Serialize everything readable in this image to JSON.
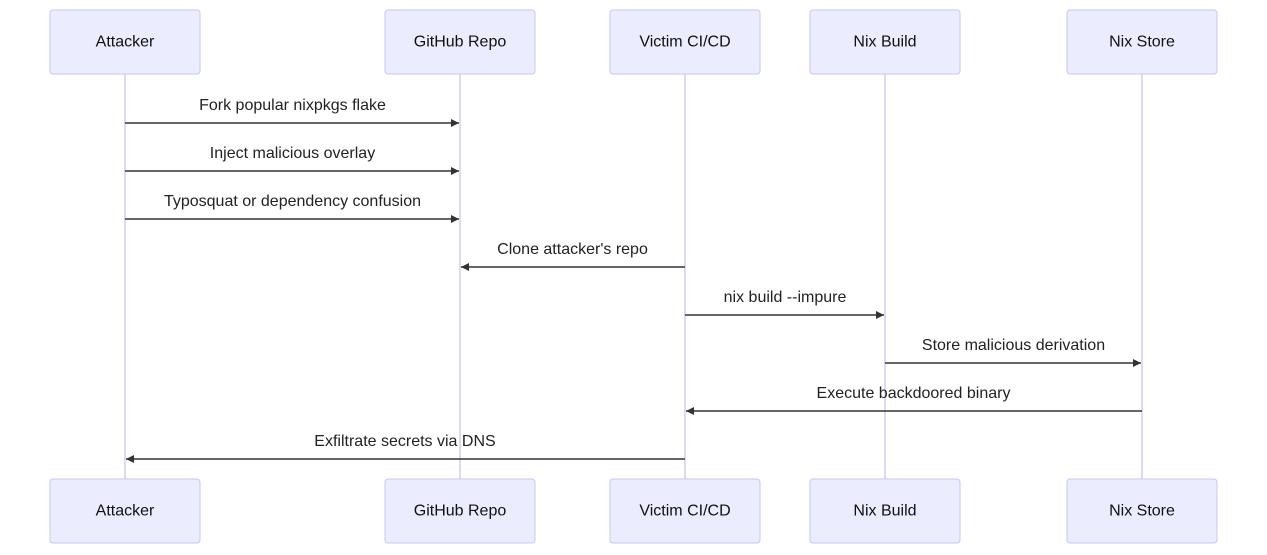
{
  "participants": [
    {
      "id": "attacker",
      "label": "Attacker"
    },
    {
      "id": "github",
      "label": "GitHub Repo"
    },
    {
      "id": "cicd",
      "label": "Victim CI/CD"
    },
    {
      "id": "build",
      "label": "Nix Build"
    },
    {
      "id": "store",
      "label": "Nix Store"
    }
  ],
  "messages": [
    {
      "from": "attacker",
      "to": "github",
      "label": "Fork popular nixpkgs flake"
    },
    {
      "from": "attacker",
      "to": "github",
      "label": "Inject malicious overlay"
    },
    {
      "from": "attacker",
      "to": "github",
      "label": "Typosquat or dependency confusion"
    },
    {
      "from": "cicd",
      "to": "github",
      "label": "Clone attacker's repo"
    },
    {
      "from": "cicd",
      "to": "build",
      "label": "nix build --impure"
    },
    {
      "from": "build",
      "to": "store",
      "label": "Store malicious derivation"
    },
    {
      "from": "store",
      "to": "cicd",
      "label": "Execute backdoored binary"
    },
    {
      "from": "cicd",
      "to": "attacker",
      "label": "Exfiltrate secrets via DNS"
    }
  ],
  "colors": {
    "actor_fill": "#ececff",
    "actor_border": "#c8c6ef",
    "lifeline": "#cfcdee",
    "arrow": "#333333"
  }
}
